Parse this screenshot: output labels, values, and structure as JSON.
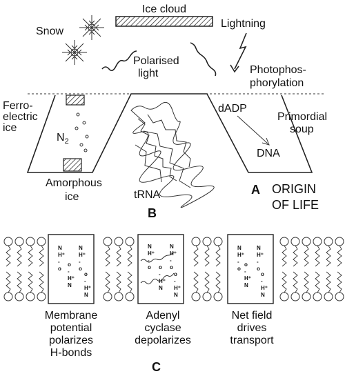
{
  "panel_a": {
    "ice_cloud": "Ice cloud",
    "snow": "Snow",
    "lightning": "Lightning",
    "polarised_light": [
      "Polarised",
      "light"
    ],
    "photophosphorylation": [
      "Photophos-",
      "phorylation"
    ],
    "ferroelectric_ice": [
      "Ferro-",
      "electric",
      "ice"
    ],
    "n2_main": "N",
    "n2_sub": "2",
    "dadp": "dADP",
    "primordial_soup": [
      "Primordial",
      "soup"
    ],
    "dna": "DNA",
    "amorphous_ice": [
      "Amorphous",
      "ice"
    ],
    "panel_letter": "A",
    "title": [
      "ORIGIN",
      "OF LIFE"
    ]
  },
  "panel_b": {
    "trna": "tRNA",
    "panel_letter": "B"
  },
  "panel_c": {
    "hbond": {
      "n": "N",
      "h_plus": "H⁺",
      "o": "o",
      "dash": "-"
    },
    "captions": [
      [
        "Membrane",
        "potential",
        "polarizes",
        "H-bonds"
      ],
      [
        "Adenyl",
        "cyclase",
        "depolarizes"
      ],
      [
        "Net field",
        "drives",
        "transport"
      ]
    ],
    "panel_letter": "C"
  }
}
